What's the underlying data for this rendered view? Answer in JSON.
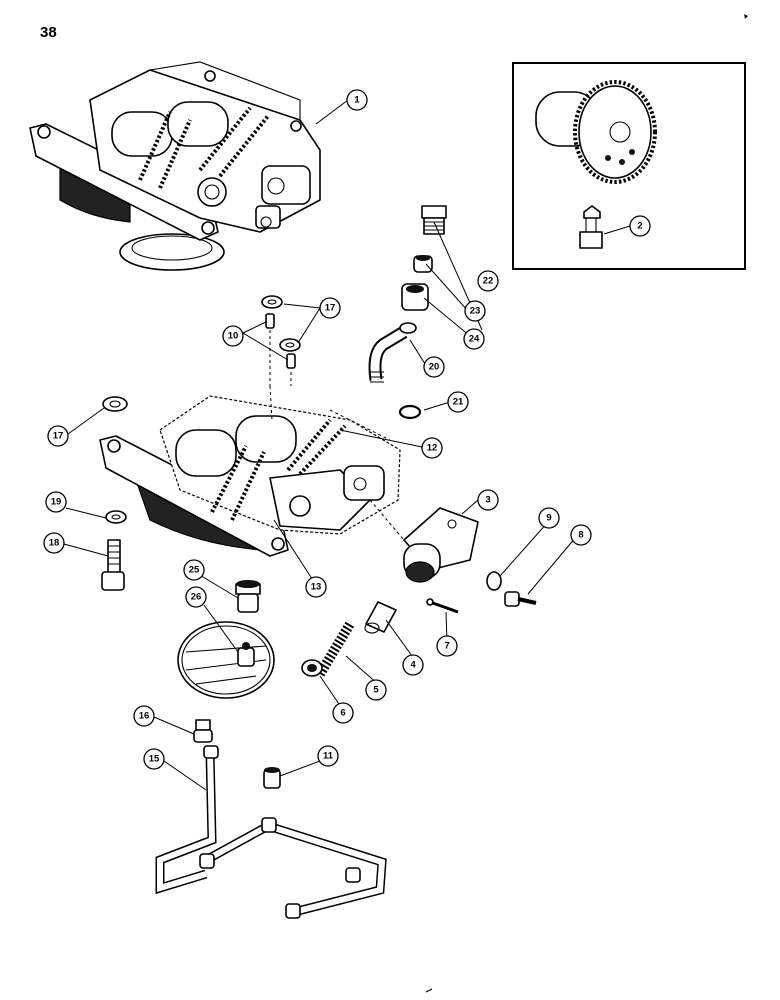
{
  "page_number": "38",
  "callouts": [
    "1",
    "2",
    "3",
    "4",
    "5",
    "6",
    "7",
    "8",
    "9",
    "10",
    "11",
    "12",
    "13",
    "15",
    "16",
    "17",
    "17",
    "18",
    "19",
    "20",
    "21",
    "22",
    "23",
    "24",
    "25",
    "26"
  ]
}
